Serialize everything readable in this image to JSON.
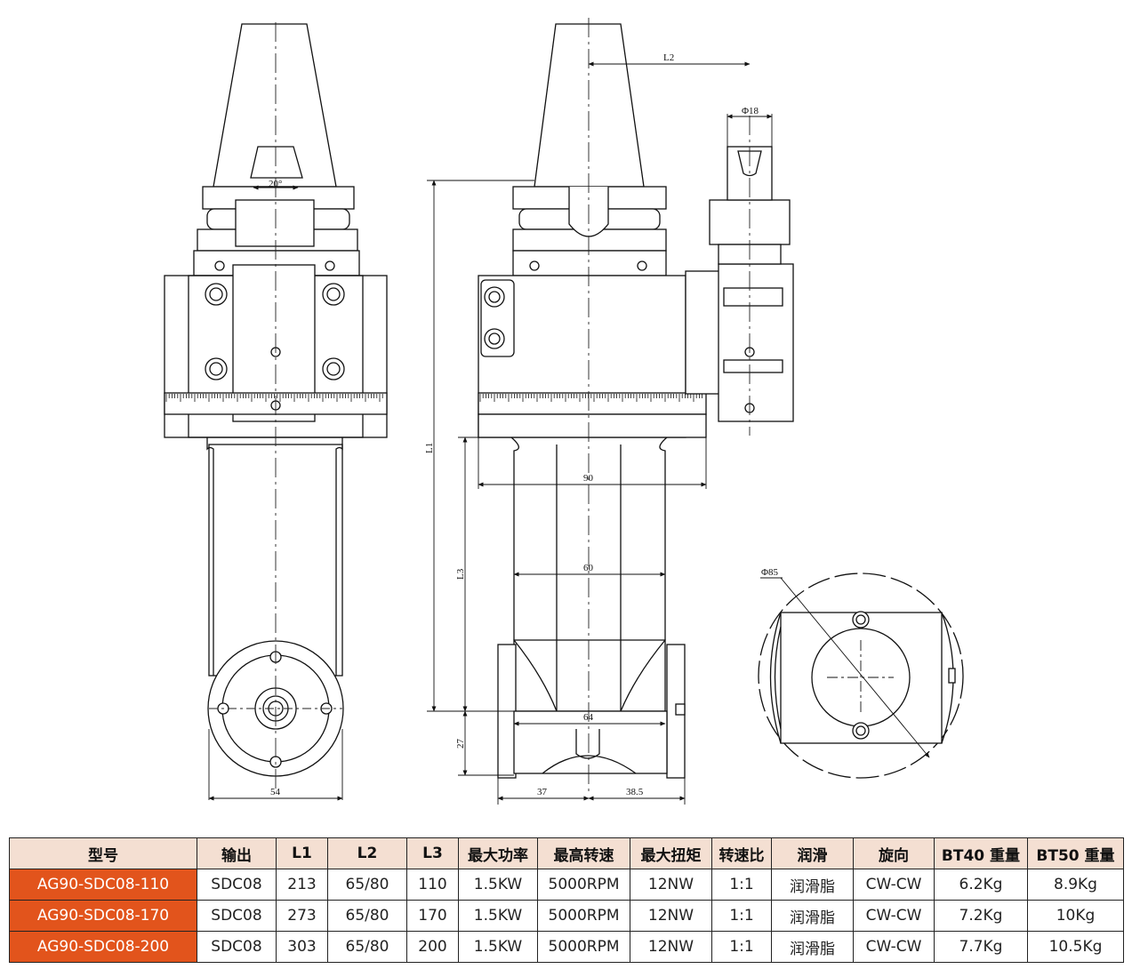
{
  "drawing": {
    "labels": {
      "taper_angle": "20°",
      "l2": "L2",
      "phi18": "Φ18",
      "l1": "L1",
      "l3": "L3",
      "w90": "90",
      "w60": "60",
      "w64": "64",
      "h27": "27",
      "w37": "37",
      "w38_5": "38.5",
      "w54": "54",
      "phi85": "Φ85"
    }
  },
  "table": {
    "headers": [
      "型号",
      "输出",
      "L1",
      "L2",
      "L3",
      "最大功率",
      "最高转速",
      "最大扭矩",
      "转速比",
      "润滑",
      "旋向",
      "BT40 重量",
      "BT50 重量"
    ],
    "rows": [
      {
        "model": "AG90-SDC08-110",
        "output": "SDC08",
        "l1": "213",
        "l2": "65/80",
        "l3": "110",
        "power": "1.5KW",
        "speed": "5000RPM",
        "torque": "12NW",
        "ratio": "1:1",
        "lube": "润滑脂",
        "rotation": "CW-CW",
        "bt40": "6.2Kg",
        "bt50": "8.9Kg"
      },
      {
        "model": "AG90-SDC08-170",
        "output": "SDC08",
        "l1": "273",
        "l2": "65/80",
        "l3": "170",
        "power": "1.5KW",
        "speed": "5000RPM",
        "torque": "12NW",
        "ratio": "1:1",
        "lube": "润滑脂",
        "rotation": "CW-CW",
        "bt40": "7.2Kg",
        "bt50": "10Kg"
      },
      {
        "model": "AG90-SDC08-200",
        "output": "SDC08",
        "l1": "303",
        "l2": "65/80",
        "l3": "200",
        "power": "1.5KW",
        "speed": "5000RPM",
        "torque": "12NW",
        "ratio": "1:1",
        "lube": "润滑脂",
        "rotation": "CW-CW",
        "bt40": "7.7Kg",
        "bt50": "10.5Kg"
      }
    ],
    "colors": {
      "model_cell": "#e2541c",
      "header_bg": "#f4dfd2",
      "border": "#222222"
    }
  }
}
